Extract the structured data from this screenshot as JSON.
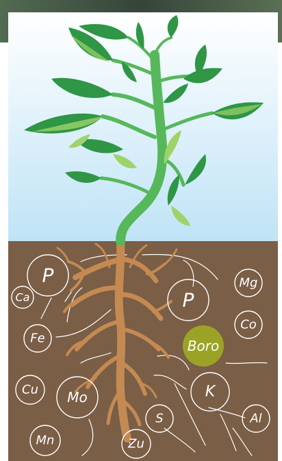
{
  "colors": {
    "header_bg": "#3f4d3e",
    "sky_top": "#ffffff",
    "sky_bottom": "#bfe3f6",
    "soil": "#7a5e46",
    "root": "#c48a52",
    "stem": "#56b85a",
    "leaf_dark": "#2e9645",
    "leaf_light": "#9ed36a",
    "circle_stroke": "#ffffff",
    "highlight_fill": "#9aa326"
  },
  "nutrients": [
    {
      "symbol": "P",
      "highlighted": false
    },
    {
      "symbol": "Ca",
      "highlighted": false
    },
    {
      "symbol": "Fe",
      "highlighted": false
    },
    {
      "symbol": "Cu",
      "highlighted": false
    },
    {
      "symbol": "Mo",
      "highlighted": false
    },
    {
      "symbol": "Mn",
      "highlighted": false
    },
    {
      "symbol": "Zu",
      "highlighted": false
    },
    {
      "symbol": "S",
      "highlighted": false
    },
    {
      "symbol": "P",
      "highlighted": false
    },
    {
      "symbol": "Mg",
      "highlighted": false
    },
    {
      "symbol": "Co",
      "highlighted": false
    },
    {
      "symbol": "Boro",
      "highlighted": true
    },
    {
      "symbol": "K",
      "highlighted": false
    },
    {
      "symbol": "Al",
      "highlighted": false
    }
  ]
}
